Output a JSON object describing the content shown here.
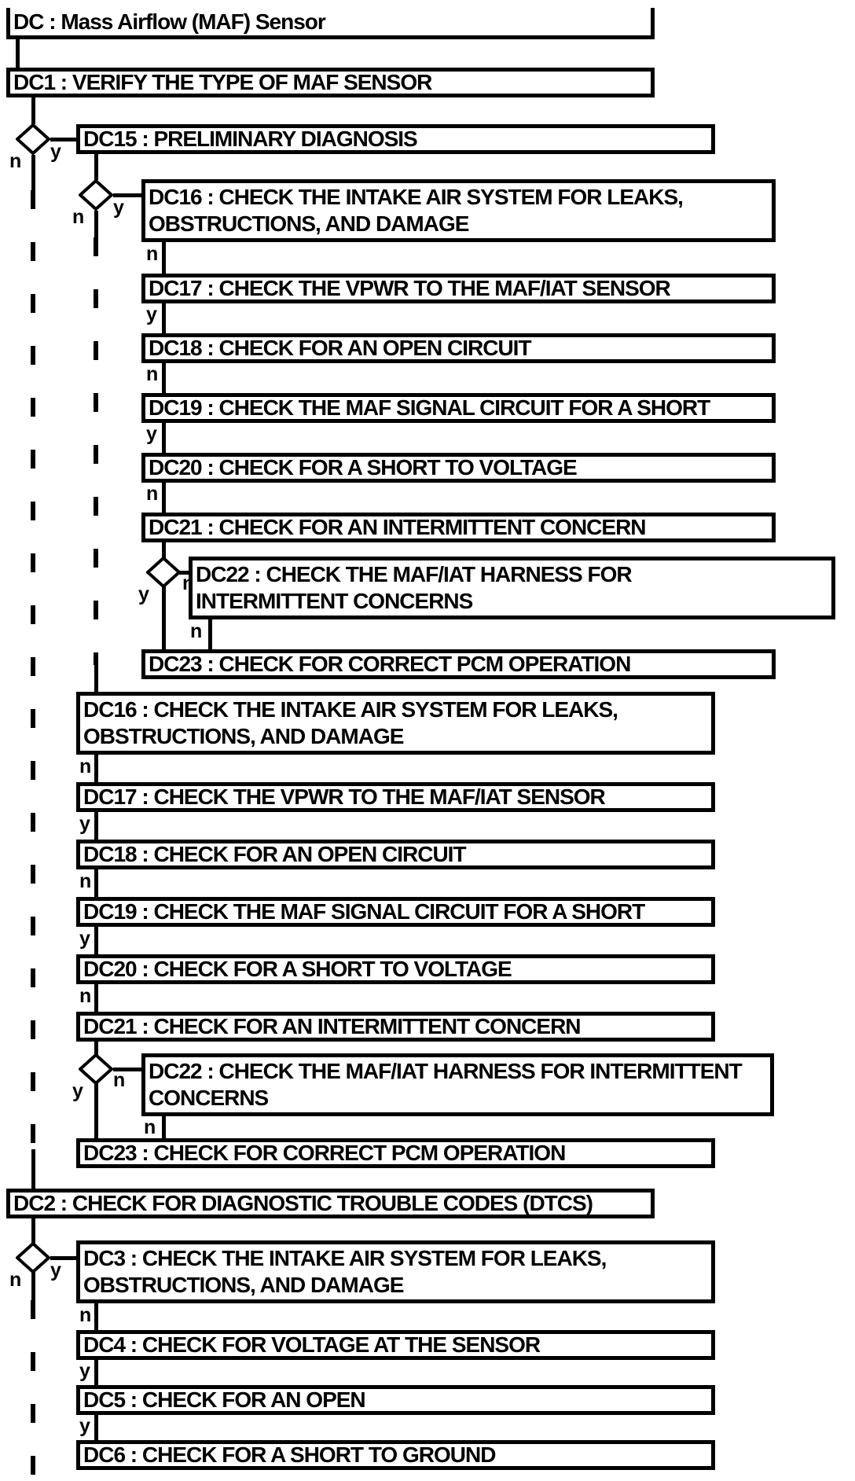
{
  "labels": {
    "yes": "y",
    "no": "n"
  },
  "boxes": {
    "dc": {
      "label": "DC : Mass Airflow (MAF) Sensor"
    },
    "dc1": {
      "label": "DC1 : VERIFY THE TYPE OF MAF SENSOR"
    },
    "dc15": {
      "label": "DC15 : PRELIMINARY DIAGNOSIS"
    },
    "dc16_first": {
      "label": "DC16 : CHECK THE INTAKE AIR SYSTEM FOR LEAKS,\nOBSTRUCTIONS, AND DAMAGE"
    },
    "dc17_first": {
      "label": "DC17 : CHECK THE VPWR TO THE MAF/IAT SENSOR"
    },
    "dc18_first": {
      "label": "DC18 : CHECK FOR AN OPEN CIRCUIT"
    },
    "dc19_first": {
      "label": "DC19 : CHECK THE MAF SIGNAL CIRCUIT FOR A SHORT"
    },
    "dc20_first": {
      "label": "DC20 : CHECK FOR A SHORT TO VOLTAGE"
    },
    "dc21_first": {
      "label": "DC21 : CHECK FOR AN INTERMITTENT CONCERN"
    },
    "dc22_first": {
      "label": "DC22 : CHECK THE MAF/IAT HARNESS FOR\nINTERMITTENT CONCERNS"
    },
    "dc23_first": {
      "label": "DC23 : CHECK FOR CORRECT PCM OPERATION"
    },
    "dc16_second": {
      "label": "DC16 : CHECK THE INTAKE AIR SYSTEM FOR LEAKS,\nOBSTRUCTIONS, AND DAMAGE"
    },
    "dc17_second": {
      "label": "DC17 : CHECK THE VPWR TO THE MAF/IAT SENSOR"
    },
    "dc18_second": {
      "label": "DC18 : CHECK FOR AN OPEN CIRCUIT"
    },
    "dc19_second": {
      "label": "DC19 : CHECK THE MAF SIGNAL CIRCUIT FOR A SHORT"
    },
    "dc20_second": {
      "label": "DC20 : CHECK FOR A SHORT TO VOLTAGE"
    },
    "dc21_second": {
      "label": "DC21 : CHECK FOR AN INTERMITTENT CONCERN"
    },
    "dc22_second": {
      "label": "DC22 : CHECK THE MAF/IAT HARNESS FOR INTERMITTENT\nCONCERNS"
    },
    "dc23_second": {
      "label": "DC23 : CHECK FOR CORRECT PCM OPERATION"
    },
    "dc2": {
      "label": "DC2 : CHECK FOR DIAGNOSTIC TROUBLE CODES (DTCS)"
    },
    "dc3": {
      "label": "DC3 : CHECK THE INTAKE AIR SYSTEM FOR LEAKS,\nOBSTRUCTIONS, AND DAMAGE"
    },
    "dc4": {
      "label": "DC4 : CHECK FOR VOLTAGE AT THE SENSOR"
    },
    "dc5": {
      "label": "DC5 : CHECK FOR AN OPEN"
    },
    "dc6": {
      "label": "DC6 : CHECK FOR A SHORT TO GROUND"
    }
  }
}
